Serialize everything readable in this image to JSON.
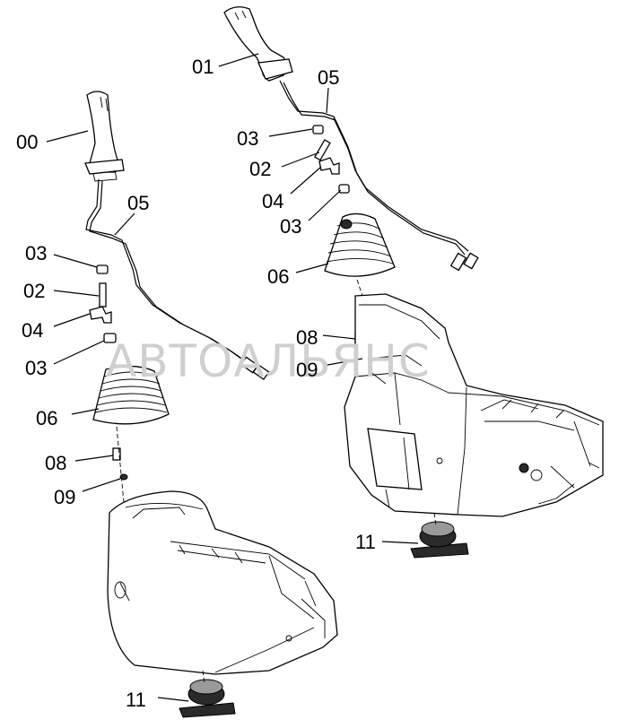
{
  "labels": [
    {
      "key": "n00",
      "text": "00"
    },
    {
      "key": "n01",
      "text": "01"
    },
    {
      "key": "n02a",
      "text": "02"
    },
    {
      "key": "n02b",
      "text": "02"
    },
    {
      "key": "n03a",
      "text": "03"
    },
    {
      "key": "n03b",
      "text": "03"
    },
    {
      "key": "n03c",
      "text": "03"
    },
    {
      "key": "n03d",
      "text": "03"
    },
    {
      "key": "n04a",
      "text": "04"
    },
    {
      "key": "n04b",
      "text": "04"
    },
    {
      "key": "n05a",
      "text": "05"
    },
    {
      "key": "n05b",
      "text": "05"
    },
    {
      "key": "n06a",
      "text": "06"
    },
    {
      "key": "n06b",
      "text": "06"
    },
    {
      "key": "n08a",
      "text": "08"
    },
    {
      "key": "n08b",
      "text": "08"
    },
    {
      "key": "n09a",
      "text": "09"
    },
    {
      "key": "n09b",
      "text": "09"
    },
    {
      "key": "n11a",
      "text": "11"
    },
    {
      "key": "n11b",
      "text": "11"
    }
  ],
  "watermark": "АВТОАЛЬЯНС",
  "colors": {
    "line": "#000000",
    "background": "#ffffff",
    "watermark": "#c8c8c8"
  }
}
